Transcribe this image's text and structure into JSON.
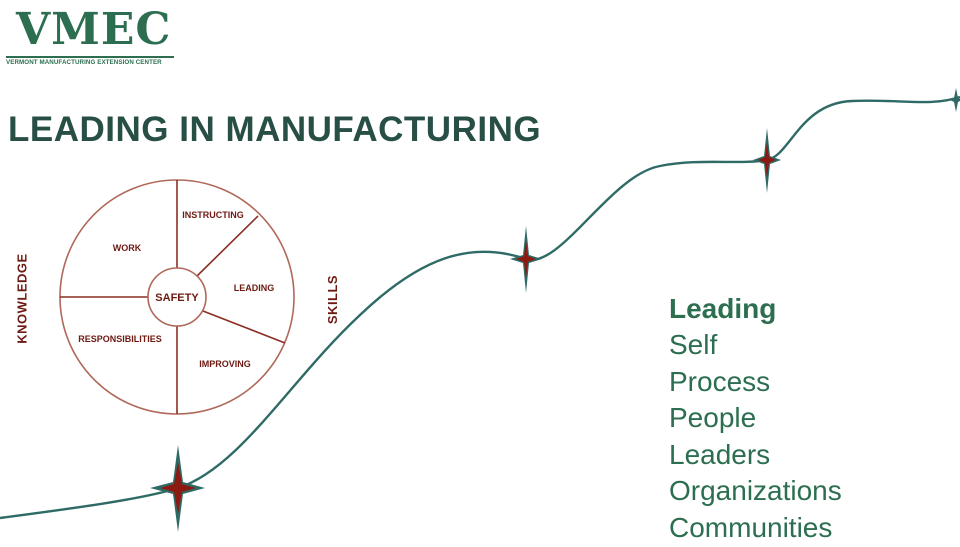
{
  "logo": {
    "name": "VMEC",
    "subtitle": "VERMONT MANUFACTURING EXTENSION CENTER"
  },
  "title": "LEADING IN MANUFACTURING",
  "axis_labels": {
    "vertical": "KNOWLEDGE",
    "skills": "SKILLS"
  },
  "wheel": {
    "center": "SAFETY",
    "segments": [
      "INSTRUCTING",
      "LEADING",
      "IMPROVING",
      "RESPONSIBILITIES",
      "WORK"
    ]
  },
  "list": {
    "heading": "Leading",
    "items": [
      "Self",
      "Process",
      "People",
      "Leaders",
      "Organizations",
      "Communities"
    ]
  },
  "colors": {
    "brand_green": "#2c6e4f",
    "title_green": "#284f46",
    "wheel_red": "#6e1a12",
    "star_red": "#8c1a12",
    "curve": "#2f6b66"
  }
}
